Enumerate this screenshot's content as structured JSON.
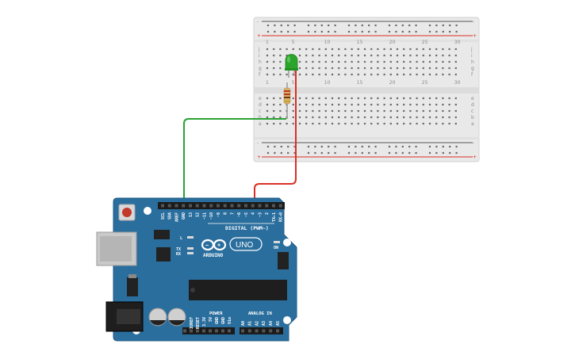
{
  "breadboard": {
    "rail_plus": "+",
    "rail_minus": "-",
    "row_letters_top": [
      "j",
      "i",
      "h",
      "g",
      "f"
    ],
    "row_letters_bottom": [
      "e",
      "d",
      "c",
      "b",
      "a"
    ],
    "column_numbers": [
      "1",
      "5",
      "10",
      "15",
      "20",
      "25",
      "30"
    ],
    "columns": 30
  },
  "components": {
    "led": {
      "color": "green",
      "hex": "#2aa52a"
    },
    "resistor": {
      "body_hex": "#d8b06a",
      "bands": [
        "#b83a1f",
        "#b83a1f",
        "#6b3b12",
        "#c8a232"
      ]
    }
  },
  "wires": [
    {
      "name": "green-wire",
      "color": "#2aa233",
      "from": "Arduino GND",
      "to": "breadboard row a"
    },
    {
      "name": "red-wire",
      "color": "#d93025",
      "from": "Arduino pin 4",
      "to": "breadboard row"
    }
  ],
  "arduino": {
    "brand": "ARDUINO",
    "model": "UNO",
    "board_hex": "#2a6e9e",
    "digital_header_label": "DIGITAL (PWM~)",
    "digital_pins": [
      "SCL",
      "SDA",
      "AREF",
      "GND",
      "13",
      "12",
      "~11",
      "~10",
      "~9",
      "8",
      "7",
      "~6",
      "~5",
      "4",
      "~3",
      "2",
      "TX▸1",
      "RX◂0"
    ],
    "power_header_label": "POWER",
    "power_pins": [
      "IOREF",
      "RESET",
      "3.3V",
      "5V",
      "GND",
      "GND",
      "Vin"
    ],
    "analog_header_label": "ANALOG IN",
    "analog_pins": [
      "A0",
      "A1",
      "A2",
      "A3",
      "A4",
      "A5"
    ],
    "led_labels": {
      "l": "L",
      "tx": "TX",
      "rx": "RX",
      "on": "ON"
    }
  }
}
